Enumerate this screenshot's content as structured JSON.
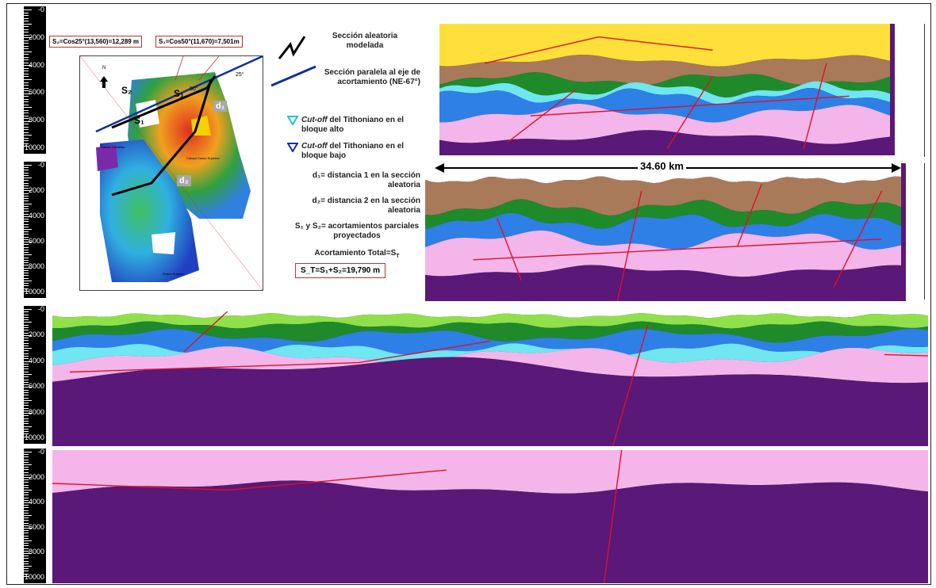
{
  "scale_labels": [
    "-0",
    "2000",
    "4000",
    "6000",
    "8000",
    "10000"
  ],
  "formulas": {
    "s2": "S₂=Cos25°(13,560)=12,289  m",
    "s1": "S₁=Cos50°(11,670)=7,501m"
  },
  "map": {
    "north": "N",
    "s1": "S₁",
    "s2": "S₂",
    "d1": "d₁",
    "d2": "d₂",
    "angle25": "25°",
    "angle50": "50°",
    "campo1": "Campo Cacalilao",
    "campo2": "Campo Cacao Superior",
    "campo3": "Ebano Superior"
  },
  "legend": {
    "random_section": "Sección aleatoria modelada",
    "parallel_section": "Sección paralela al eje de acortamiento (NE-67°)",
    "cutoff_high_a": "Cut-off",
    "cutoff_high_b": " del Tithoniano en el bloque alto",
    "cutoff_low_a": "Cut-off",
    "cutoff_low_b": " del Tithoniano en el bloque bajo",
    "d1": "d₁= distancia 1 en la sección aleatoria",
    "d2": "d₂= distancia 2 en la sección aleatoria",
    "s1s2": "S₁ y S₂= acortamientos parciales proyectados",
    "total_title": "Acortamiento Total=S",
    "total_title_sub": "T",
    "total_value": "S_T=S₁+S₂=19,790  m"
  },
  "distance_label": "34.60 km",
  "colors": {
    "basement": "#5a1878",
    "salt": "#f4b6ea",
    "blue": "#2e7fe6",
    "cyan": "#6fe6f0",
    "green": "#1f8a2a",
    "lightgreen": "#8fe04a",
    "brown": "#a87a5a",
    "yellow": "#ffe03a",
    "fault": "#e0102a"
  }
}
